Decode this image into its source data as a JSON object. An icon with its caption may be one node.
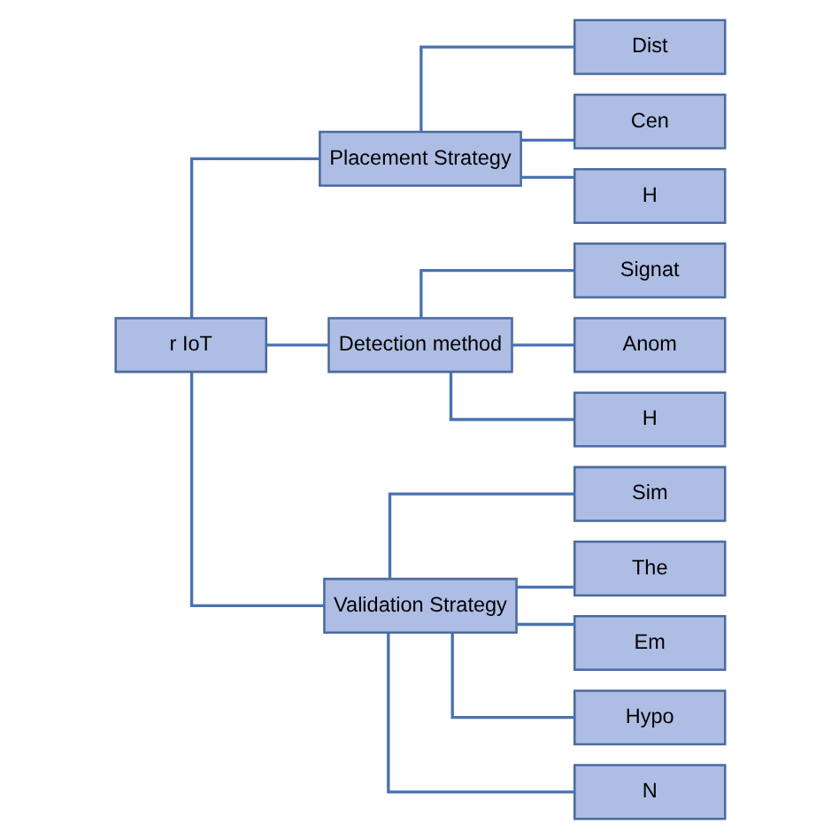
{
  "diagram": {
    "nodes": [
      {
        "text": [
          "r IoT"
        ]
      },
      {
        "text": [
          "Placement Strategy"
        ]
      },
      {
        "text": [
          "Detection method"
        ]
      },
      {
        "text": [
          "Validation Strategy"
        ]
      },
      {
        "text": [
          "Dist"
        ]
      },
      {
        "text": [
          "Cen"
        ]
      },
      {
        "text": [
          "H"
        ]
      },
      {
        "text": [
          "Signat"
        ]
      },
      {
        "text": [
          "Anom"
        ]
      },
      {
        "text": [
          "H"
        ]
      },
      {
        "text": [
          "Sim"
        ]
      },
      {
        "text": [
          "The"
        ]
      },
      {
        "text": [
          "Em"
        ]
      },
      {
        "text": [
          "Hypo"
        ]
      },
      {
        "text": [
          "N"
        ]
      }
    ],
    "edges": [
      {
        "from": 0,
        "to": 1,
        "arrow": "none"
      },
      {
        "from": 0,
        "to": 2,
        "arrow": "none"
      },
      {
        "from": 0,
        "to": 3,
        "arrow": "none"
      },
      {
        "from": 1,
        "to": 4,
        "arrow": "none"
      },
      {
        "from": 1,
        "to": 5,
        "arrow": "none"
      },
      {
        "from": 1,
        "to": 6,
        "arrow": "none"
      },
      {
        "from": 2,
        "to": 7,
        "arrow": "none"
      },
      {
        "from": 2,
        "to": 8,
        "arrow": "none"
      },
      {
        "from": 2,
        "to": 9,
        "arrow": "none"
      },
      {
        "from": 3,
        "to": 10,
        "arrow": "none"
      },
      {
        "from": 3,
        "to": 11,
        "arrow": "none"
      },
      {
        "from": 3,
        "to": 12,
        "arrow": "none"
      },
      {
        "from": 3,
        "to": 13,
        "arrow": "none"
      },
      {
        "from": 3,
        "to": 14,
        "arrow": "none"
      }
    ]
  }
}
